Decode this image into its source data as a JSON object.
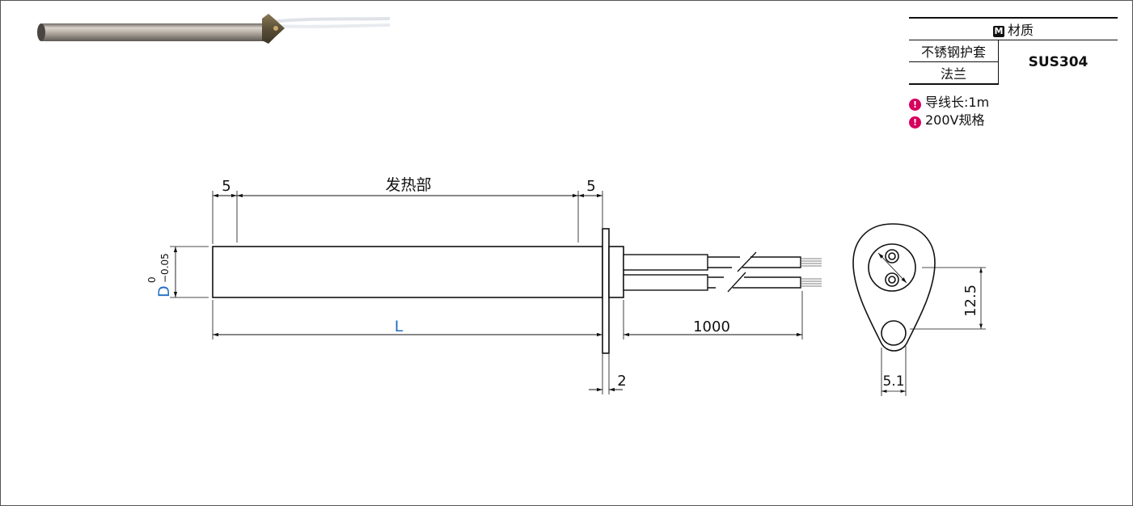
{
  "spec_table": {
    "header_badge": "M",
    "header": "材质",
    "rows": [
      {
        "part": "不锈钢护套"
      },
      {
        "part": "法兰"
      }
    ],
    "material": "SUS304"
  },
  "notes": [
    {
      "badge": "!",
      "text": "导线长:1m"
    },
    {
      "badge": "!",
      "text": "200V规格"
    }
  ],
  "dimensions": {
    "left_margin": "5",
    "heating_section": "发热部",
    "right_margin": "5",
    "diameter": "D",
    "tol_upper": "0",
    "tol_lower": "−0.05",
    "length": "L",
    "lead_length": "1000",
    "flange_thickness": "2",
    "hole_offset": "12.5",
    "hole_dia": "5.1"
  },
  "colors": {
    "dimension_blue": "#1f6fc4",
    "accent_magenta": "#d6005d",
    "line": "#111111"
  }
}
